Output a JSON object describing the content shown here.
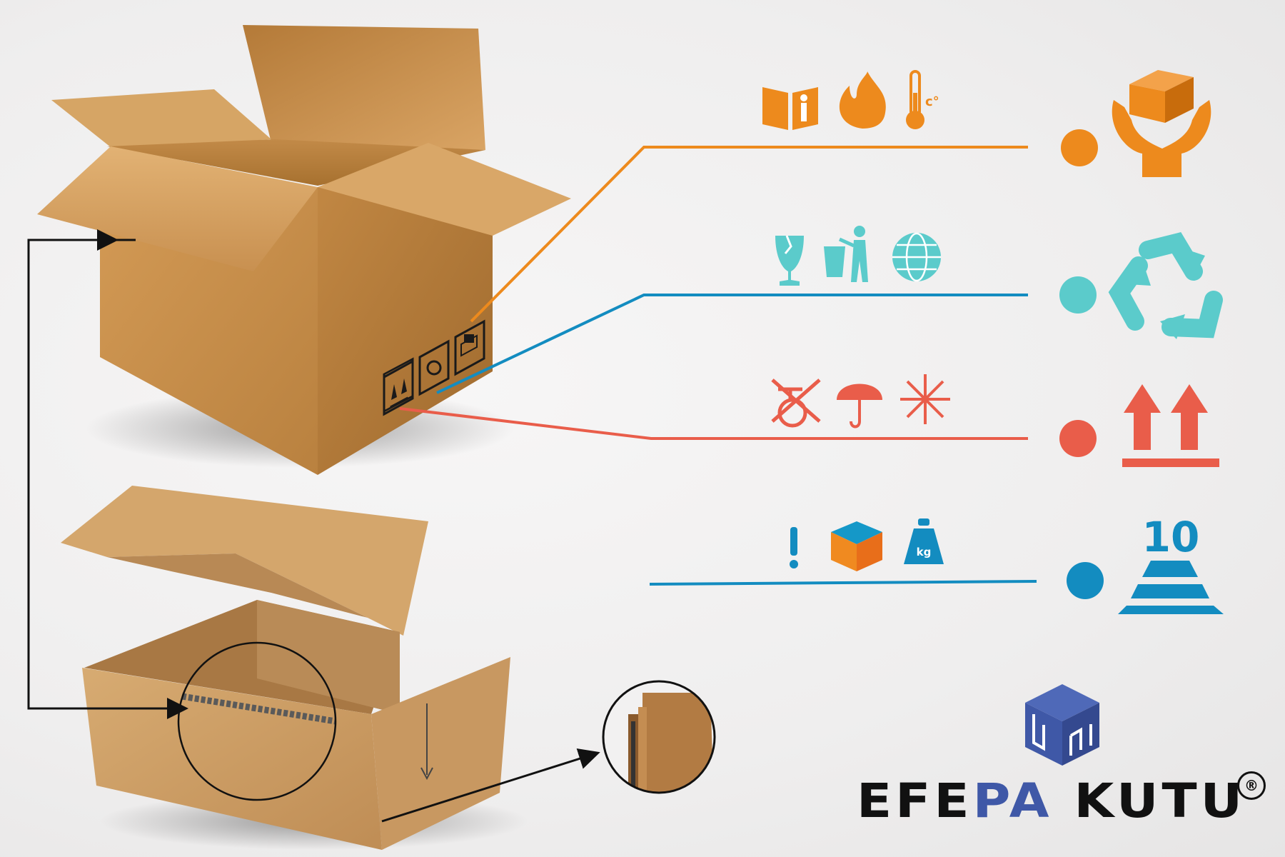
{
  "palette": {
    "orange": "#ed8a1d",
    "teal": "#5bcbcb",
    "red": "#e95d4a",
    "blue": "#138cc0",
    "cardboard": "#c8914f",
    "brand_blue": "#3f58a7",
    "brand_dark": "#111111"
  },
  "rows": [
    {
      "color": "orange",
      "small_icons": [
        "manual-info-icon",
        "flame-icon",
        "thermometer-celsius-icon"
      ],
      "main_icon": "handle-with-care-hands-box-icon"
    },
    {
      "color": "teal",
      "small_icons": [
        "fragile-glass-icon",
        "dispose-in-bin-icon",
        "globe-icon"
      ],
      "main_icon": "recycle-icon"
    },
    {
      "color": "red",
      "small_icons": [
        "no-hand-truck-icon",
        "keep-dry-umbrella-icon",
        "snowflake-icon"
      ],
      "main_icon": "this-way-up-arrows-icon"
    },
    {
      "color": "blue",
      "small_icons": [
        "exclamation-icon",
        "cube-icon",
        "weight-kg-icon"
      ],
      "main_icon": "stacking-limit-icon"
    }
  ],
  "labels": {
    "kg": "kg",
    "stack_limit": "10",
    "celsius": "c°"
  },
  "brand": {
    "name_part1": "EFE",
    "name_part2": "PA",
    "name_part3": " KUTU",
    "registered": "®"
  }
}
